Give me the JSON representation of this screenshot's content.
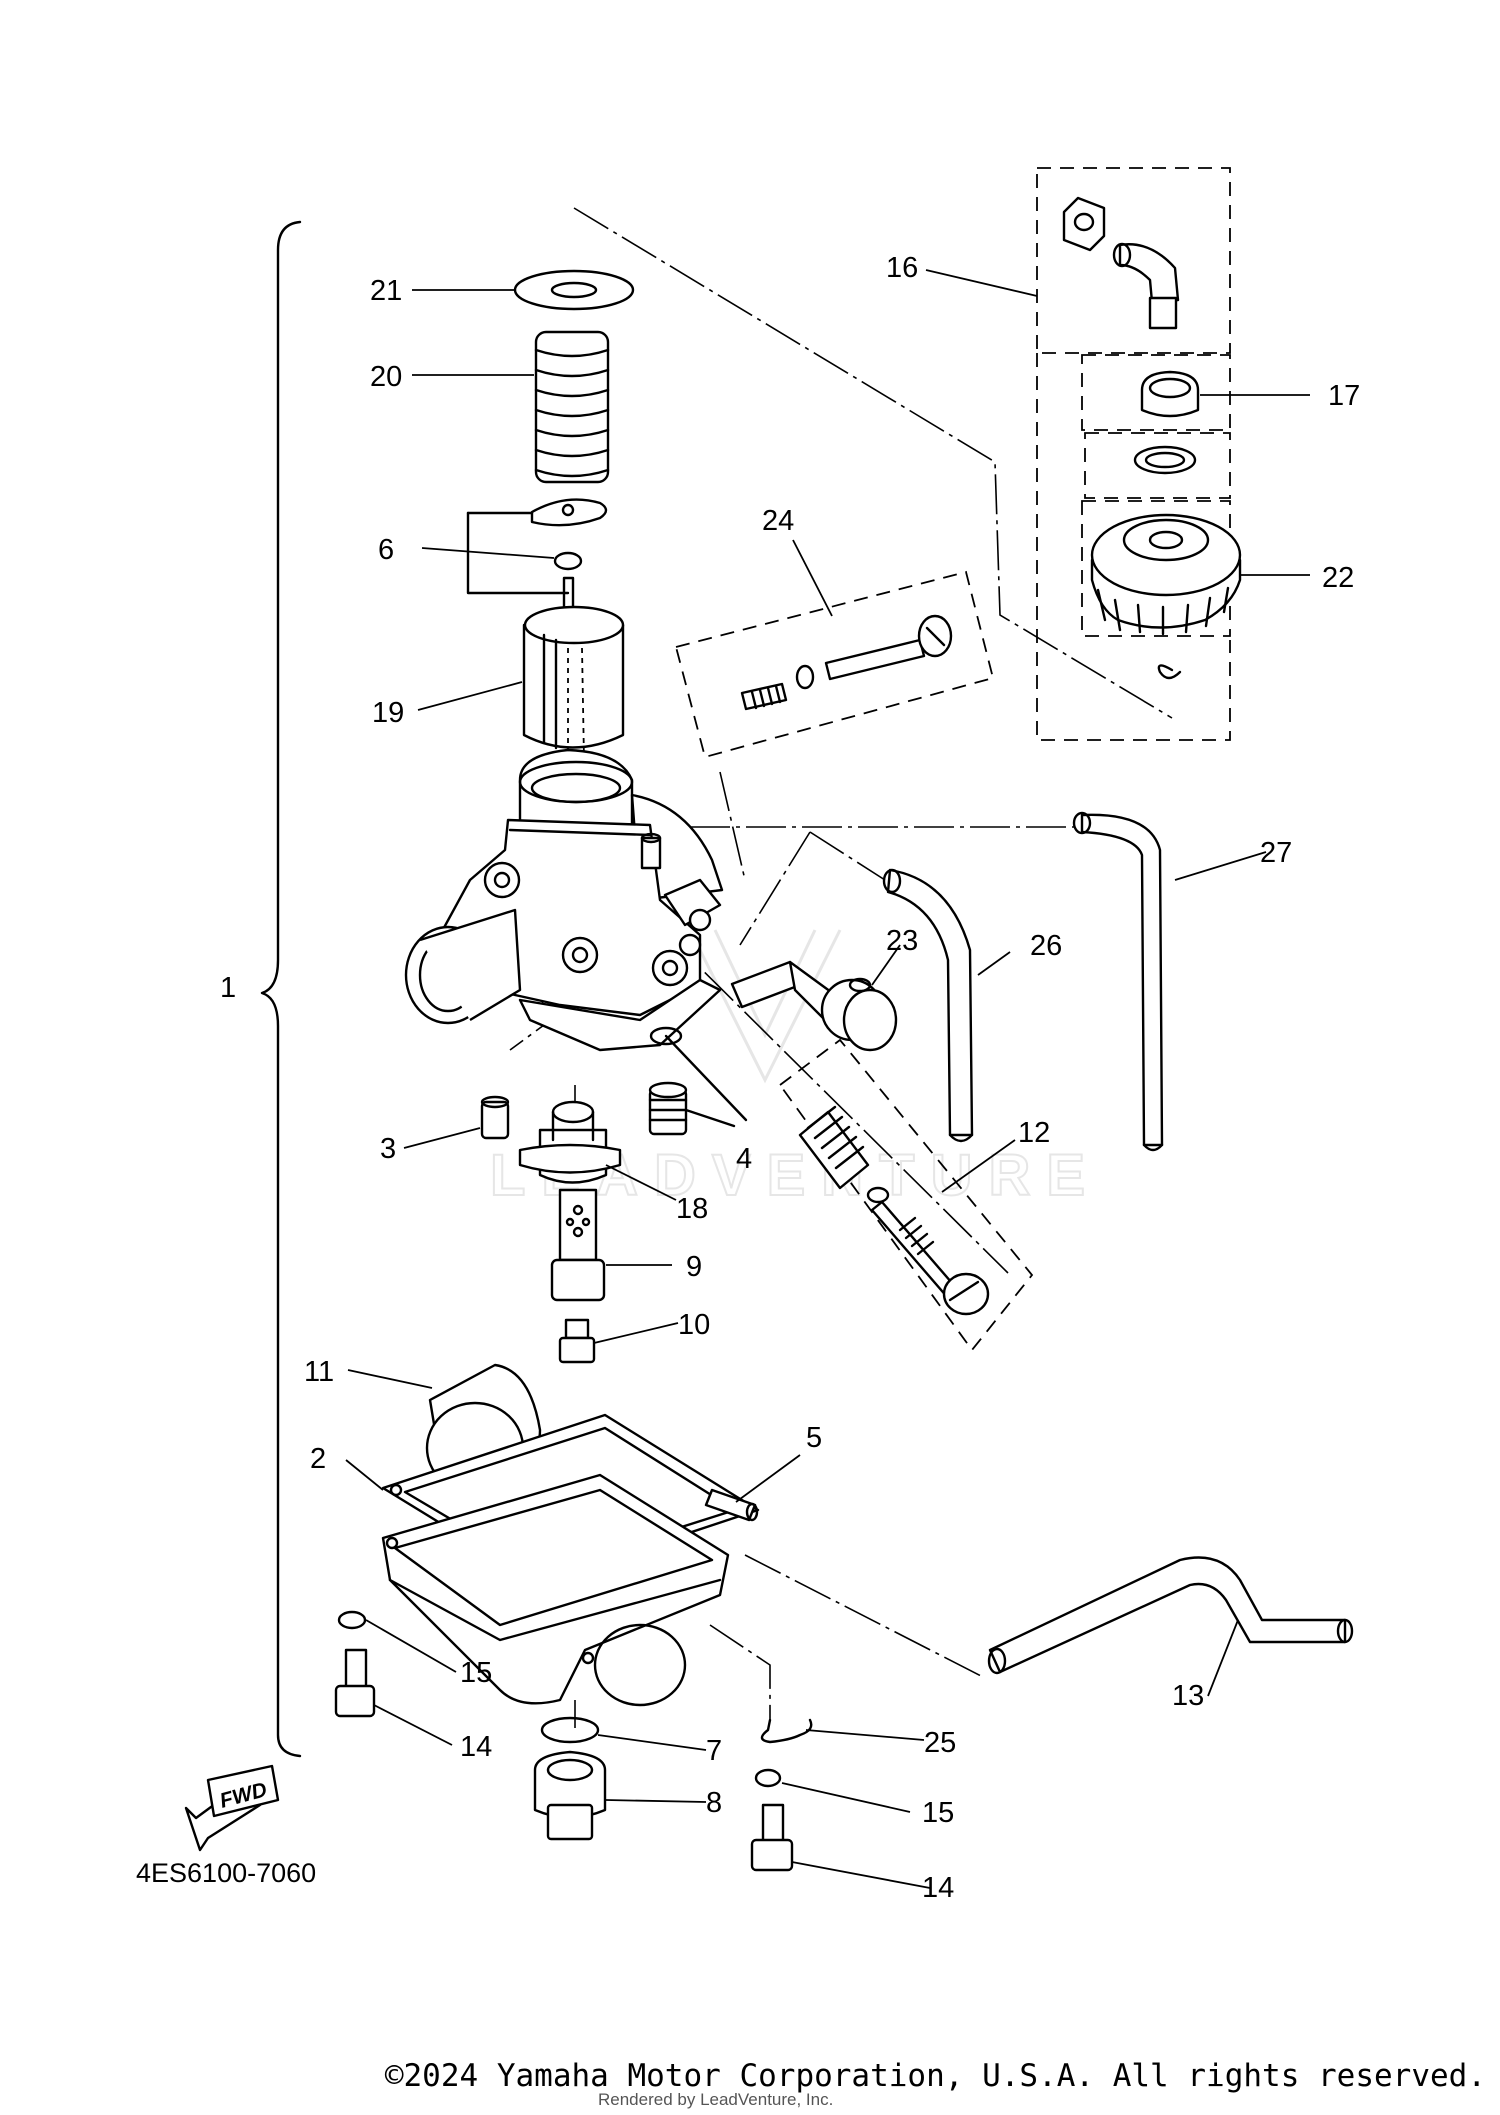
{
  "diagram": {
    "figure_code": "4ES6100-7060",
    "fwd_label": "FWD",
    "watermark": "LEADVENTURE",
    "callouts": {
      "c1": "1",
      "c2": "2",
      "c3": "3",
      "c4": "4",
      "c5": "5",
      "c6": "6",
      "c7": "7",
      "c8": "8",
      "c9": "9",
      "c10": "10",
      "c11": "11",
      "c12": "12",
      "c13": "13",
      "c14a": "14",
      "c14b": "14",
      "c15a": "15",
      "c15b": "15",
      "c16": "16",
      "c17": "17",
      "c18": "18",
      "c19": "19",
      "c20": "20",
      "c21": "21",
      "c22": "22",
      "c23": "23",
      "c24": "24",
      "c25": "25",
      "c26": "26",
      "c27": "27"
    }
  },
  "footer": {
    "copyright": "©2024 Yamaha Motor Corporation, U.S.A. All rights reserved.",
    "rendered_by": "Rendered by LeadVenture, Inc."
  }
}
